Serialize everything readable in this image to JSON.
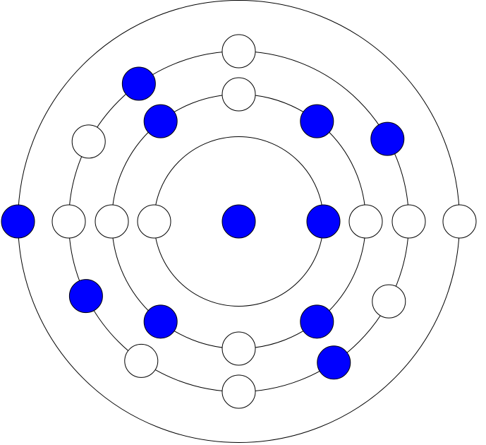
{
  "colors": {
    "filled": "#0000ff",
    "empty": "#ffffff",
    "stroke": "#000000",
    "background": "#ffffff"
  },
  "rings": [
    {
      "level": 1,
      "dots": [
        {
          "angle": 0,
          "state": "filled"
        },
        {
          "angle": 180,
          "state": "empty"
        }
      ]
    },
    {
      "level": 2,
      "dots": [
        {
          "angle": 0,
          "state": "empty"
        },
        {
          "angle": 90,
          "state": "empty"
        },
        {
          "angle": 128,
          "state": "filled"
        },
        {
          "angle": 180,
          "state": "empty"
        },
        {
          "angle": 232,
          "state": "filled"
        },
        {
          "angle": 270,
          "state": "empty"
        },
        {
          "angle": 308,
          "state": "filled"
        },
        {
          "angle": 52,
          "state": "filled"
        }
      ]
    },
    {
      "level": 3,
      "dots": [
        {
          "angle": 0,
          "state": "empty"
        },
        {
          "angle": 29,
          "state": "filled"
        },
        {
          "angle": 90,
          "state": "empty"
        },
        {
          "angle": 126,
          "state": "filled"
        },
        {
          "angle": 152,
          "state": "empty"
        },
        {
          "angle": 180,
          "state": "empty"
        },
        {
          "angle": 206,
          "state": "filled"
        },
        {
          "angle": 235,
          "state": "empty"
        },
        {
          "angle": 270,
          "state": "empty"
        },
        {
          "angle": 304,
          "state": "filled"
        },
        {
          "angle": 332,
          "state": "empty"
        }
      ]
    },
    {
      "level": 4,
      "dots": [
        {
          "angle": 0,
          "state": "empty"
        },
        {
          "angle": 180,
          "state": "filled"
        }
      ]
    }
  ],
  "nucleus": {
    "state": "filled"
  }
}
